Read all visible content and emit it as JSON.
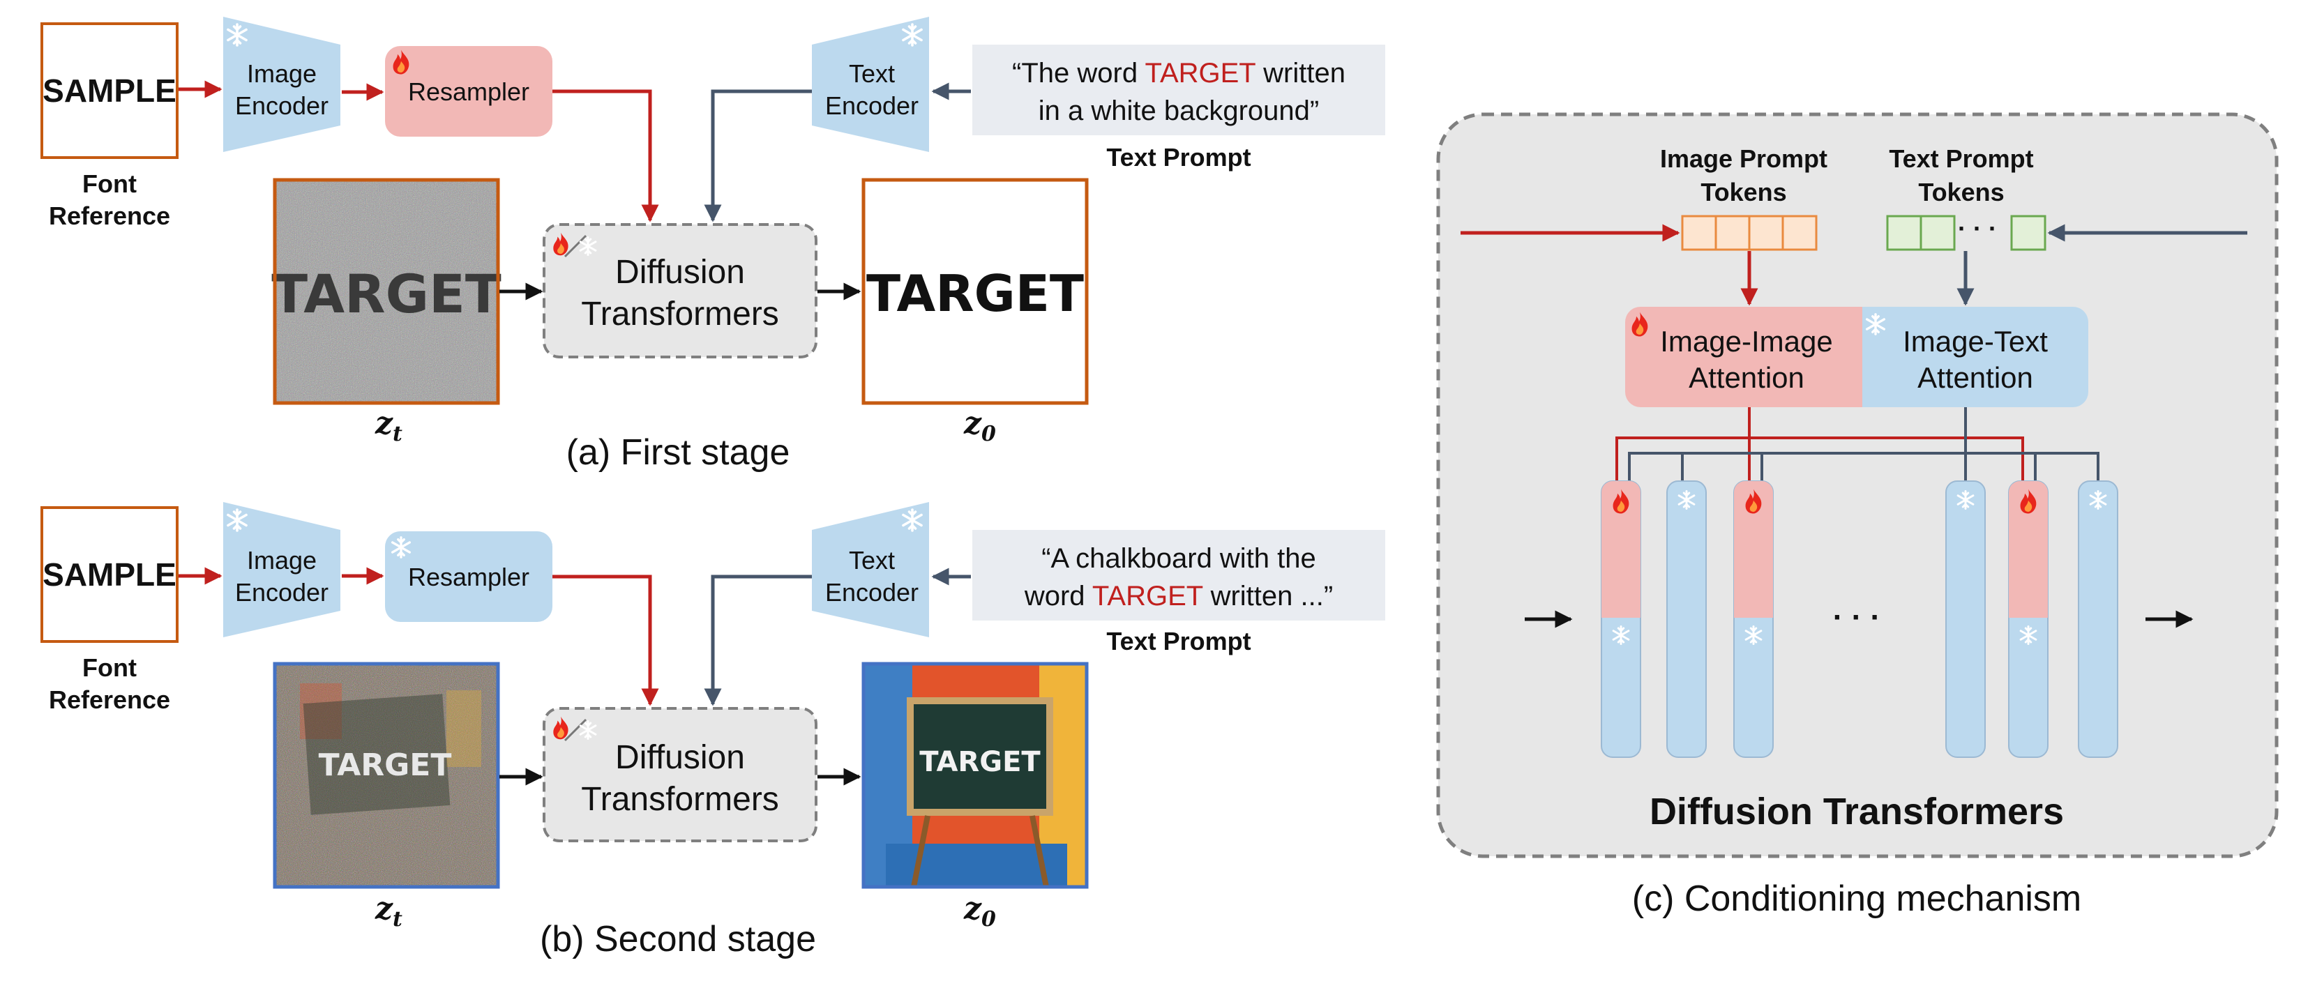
{
  "stage1": {
    "font_ref_word": "SAMPLE",
    "font_ref_label_1": "Font",
    "font_ref_label_2": "Reference",
    "image_encoder_1": "Image",
    "image_encoder_2": "Encoder",
    "resampler": "Resampler",
    "text_encoder_1": "Text",
    "text_encoder_2": "Encoder",
    "prompt_line1_a": "“The word ",
    "prompt_line1_target": "TARGET",
    "prompt_line1_b": " written",
    "prompt_line2": "in a white background”",
    "prompt_label": "Text Prompt",
    "dit_1": "Diffusion",
    "dit_2": "Transformers",
    "noisy_word": "TARGET",
    "clean_word": "TARGET",
    "zt_main": "z",
    "zt_sub": "t",
    "z0_main": "z",
    "z0_sub": "0",
    "caption": "(a) First stage"
  },
  "stage2": {
    "font_ref_word": "SAMPLE",
    "font_ref_label_1": "Font",
    "font_ref_label_2": "Reference",
    "image_encoder_1": "Image",
    "image_encoder_2": "Encoder",
    "resampler": "Resampler",
    "text_encoder_1": "Text",
    "text_encoder_2": "Encoder",
    "prompt_line1": "“A chalkboard with the",
    "prompt_line2_a": "word ",
    "prompt_line2_target": "TARGET",
    "prompt_line2_b": " written ...”",
    "prompt_label": "Text Prompt",
    "dit_1": "Diffusion",
    "dit_2": "Transformers",
    "noisy_word": "TARGET",
    "clean_word": "TARGET",
    "zt_main": "z",
    "zt_sub": "t",
    "z0_main": "z",
    "z0_sub": "0",
    "caption": "(b) Second stage"
  },
  "conditioning": {
    "img_tokens_1": "Image Prompt",
    "img_tokens_2": "Tokens",
    "txt_tokens_1": "Text Prompt",
    "txt_tokens_2": "Tokens",
    "txt_tokens_dots": "· · ·",
    "ii_attn_1": "Image-Image",
    "ii_attn_2": "Attention",
    "it_attn_1": "Image-Text",
    "it_attn_2": "Attention",
    "block_dots": "· · ·",
    "title": "Diffusion Transformers",
    "caption": "(c) Conditioning mechanism"
  },
  "icons": {
    "frozen": "snowflake-icon",
    "trainable": "flame-icon"
  },
  "colors": {
    "red_arrow": "#c0201e",
    "gray_arrow": "#46556a",
    "encoder_blue": "#bcd9ee",
    "resampler_pink": "#f2b8b6",
    "target_red": "#c0201e",
    "orange_frame": "#c55a11",
    "blue_frame": "#4472c4"
  }
}
